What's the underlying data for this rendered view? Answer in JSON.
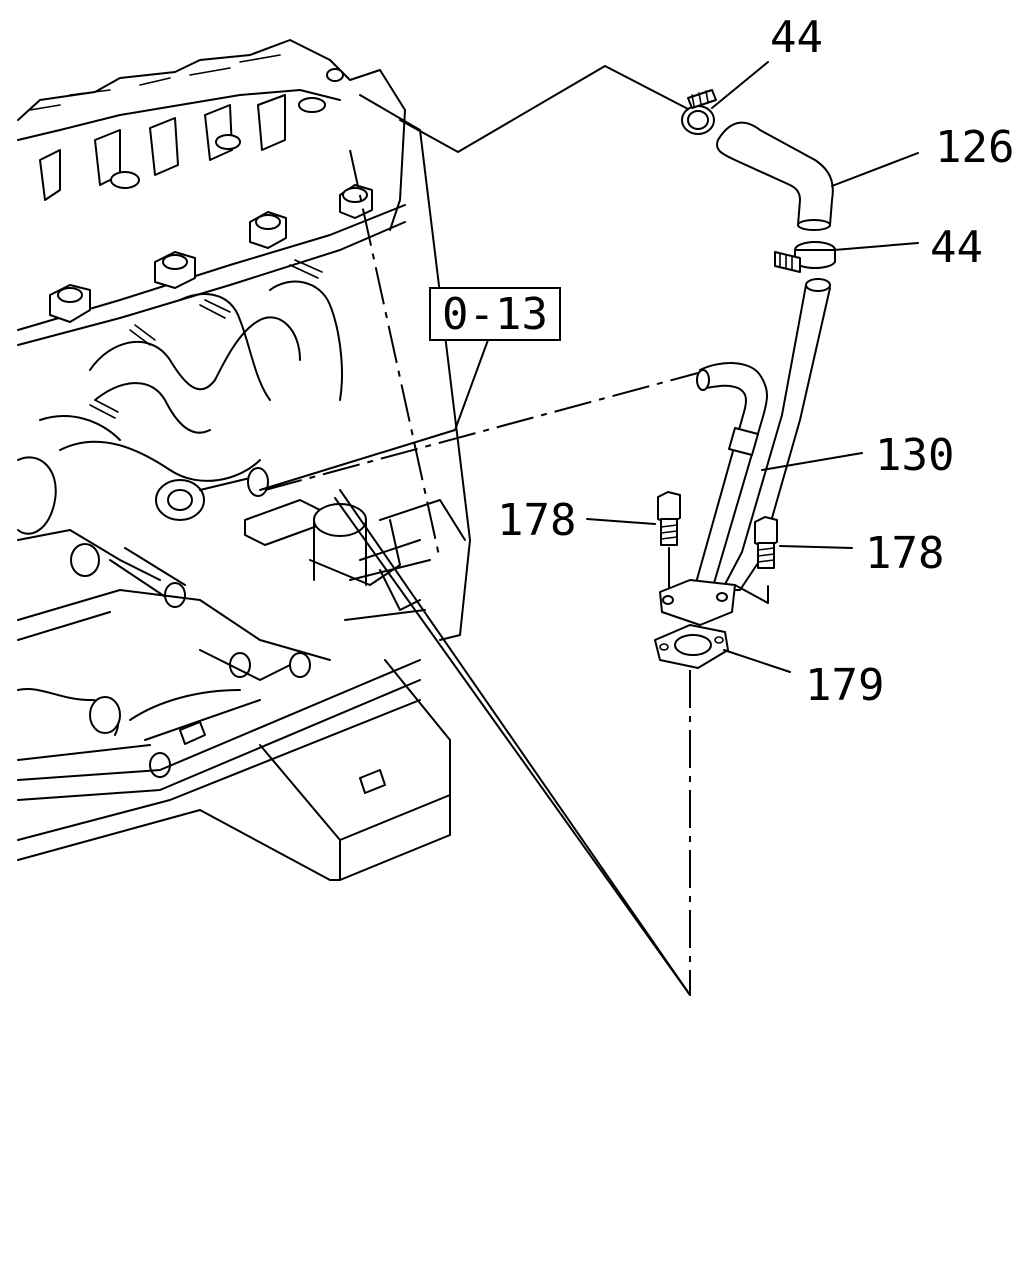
{
  "diagram": {
    "reference_box": "0-13",
    "callouts": {
      "clamp_upper": "44",
      "hose": "126",
      "clamp_lower": "44",
      "pipe": "130",
      "bolt_left": "178",
      "bolt_right": "178",
      "gasket": "179"
    }
  }
}
